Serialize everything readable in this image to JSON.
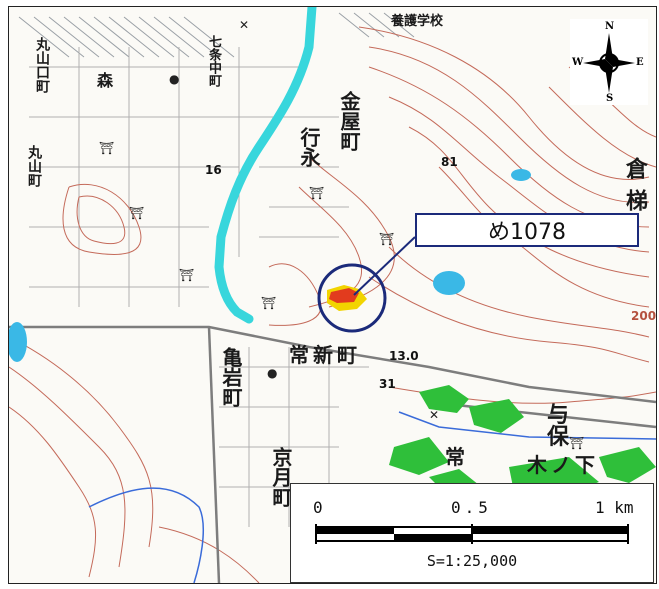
{
  "map": {
    "place_labels": {
      "kanaya_cho": "金屋町",
      "gyoei": "行永",
      "jo_shin_cho": "常新町",
      "kameiwa_cho": "亀岩町",
      "kyogetsu_cho": "京月町",
      "maruyama_guchi_cho": "丸山口町",
      "maruyama_cho": "丸山町",
      "shichijo_naka_cho": "七条中町",
      "ki_no_shita": "木ノ下",
      "kuranashi": "倉梯",
      "yoho": "与保",
      "jo": "常",
      "mori": "森",
      "school": "養護学校"
    },
    "spot_heights": {
      "h81": "81",
      "h16": "16",
      "h31": "31",
      "h13": "13.0",
      "h200": "200"
    },
    "callout": {
      "label": "め1078"
    },
    "compass": {
      "n": "N",
      "s": "S",
      "e": "E",
      "w": "W"
    },
    "scale": {
      "tick_0": "0",
      "tick_mid": "0.5",
      "tick_end": "1 km",
      "ratio": "S=1:25,000"
    },
    "colors": {
      "river": "#38d6dc",
      "contour": "#c46a5a",
      "forest": "#2fbf3a",
      "target_area": "#e23b1e",
      "target_fill": "#f2d400",
      "marker_ring": "#1b2a7a",
      "road": "#7d7d7d",
      "pond": "#3ab8e6"
    }
  }
}
